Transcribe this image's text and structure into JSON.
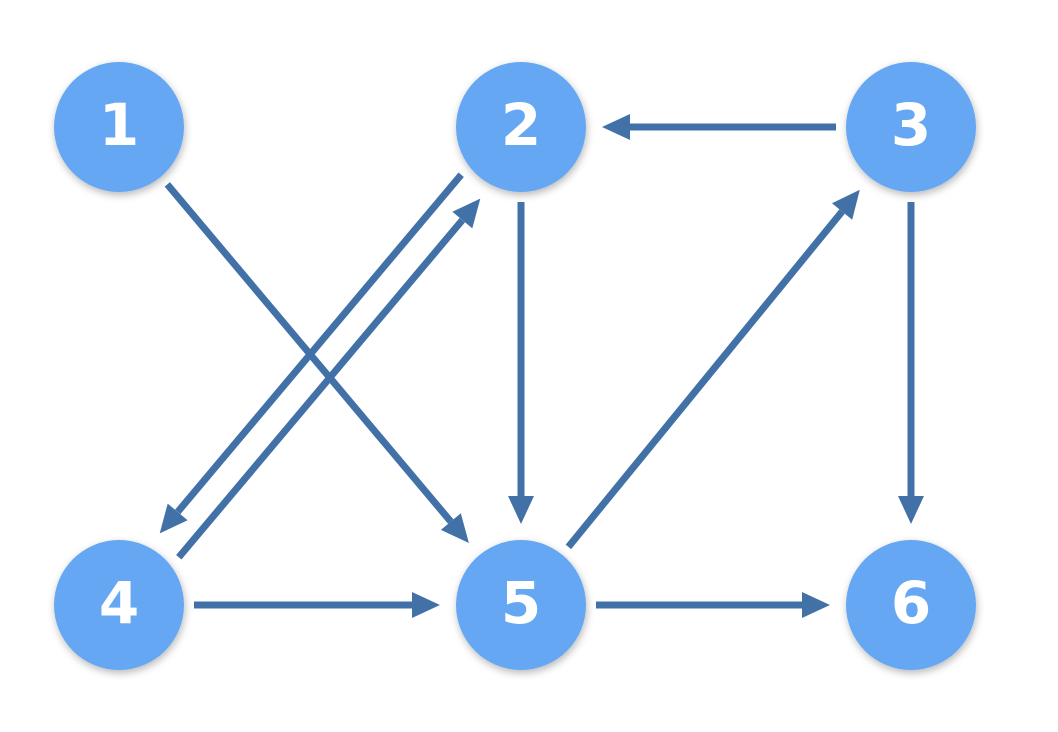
{
  "colors": {
    "node_fill": "#65a7f2",
    "edge": "#4271a8",
    "label": "#ffffff"
  },
  "nodes": [
    {
      "id": "1",
      "label": "1"
    },
    {
      "id": "2",
      "label": "2"
    },
    {
      "id": "3",
      "label": "3"
    },
    {
      "id": "4",
      "label": "4"
    },
    {
      "id": "5",
      "label": "5"
    },
    {
      "id": "6",
      "label": "6"
    }
  ],
  "edges": [
    {
      "from": "1",
      "to": "5"
    },
    {
      "from": "4",
      "to": "2"
    },
    {
      "from": "2",
      "to": "4"
    },
    {
      "from": "2",
      "to": "5"
    },
    {
      "from": "3",
      "to": "2"
    },
    {
      "from": "5",
      "to": "3"
    },
    {
      "from": "3",
      "to": "6"
    },
    {
      "from": "4",
      "to": "5"
    },
    {
      "from": "5",
      "to": "6"
    }
  ]
}
